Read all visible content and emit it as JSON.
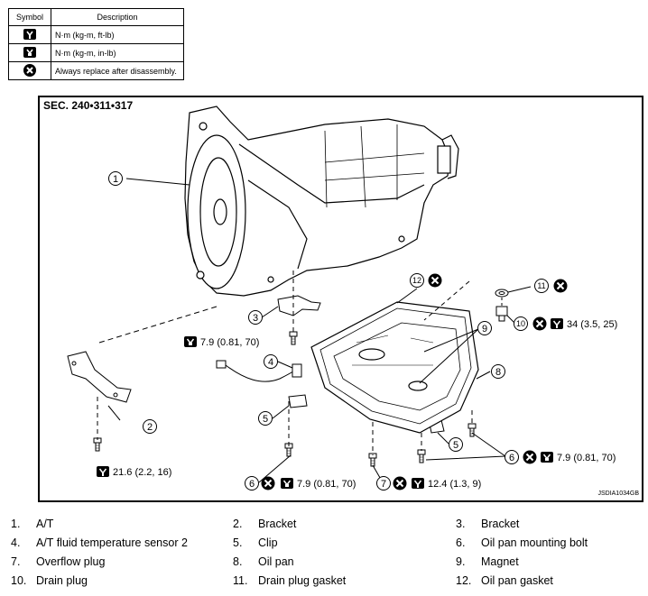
{
  "legend": {
    "header_symbol": "Symbol",
    "header_description": "Description",
    "rows": [
      {
        "icon": "torque-wrench-ftlb-icon",
        "description": "N·m (kg-m, ft-lb)"
      },
      {
        "icon": "torque-wrench-inlb-icon",
        "description": "N·m (kg-m, in-lb)"
      },
      {
        "icon": "always-replace-icon",
        "description": "Always replace after disassembly."
      }
    ]
  },
  "diagram": {
    "section": "SEC. 240•311•317",
    "reference": "JSDIA1034GB",
    "torque_labels": {
      "t_sensor": "7.9 (0.81, 70)",
      "t_bracket": "21.6 (2.2, 16)",
      "t_drain": "34 (3.5, 25)",
      "t_bolt_right": "7.9 (0.81, 70)",
      "t_bolt_bottom": "7.9 (0.81, 70)",
      "t_overflow": "12.4 (1.3, 9)"
    }
  },
  "parts": [
    {
      "num": "1.",
      "name": "A/T"
    },
    {
      "num": "2.",
      "name": "Bracket"
    },
    {
      "num": "3.",
      "name": "Bracket"
    },
    {
      "num": "4.",
      "name": "A/T fluid temperature sensor 2"
    },
    {
      "num": "5.",
      "name": "Clip"
    },
    {
      "num": "6.",
      "name": "Oil pan mounting bolt"
    },
    {
      "num": "7.",
      "name": "Overflow plug"
    },
    {
      "num": "8.",
      "name": "Oil pan"
    },
    {
      "num": "9.",
      "name": "Magnet"
    },
    {
      "num": "10.",
      "name": "Drain plug"
    },
    {
      "num": "11.",
      "name": "Drain plug gasket"
    },
    {
      "num": "12.",
      "name": "Oil pan gasket"
    }
  ]
}
